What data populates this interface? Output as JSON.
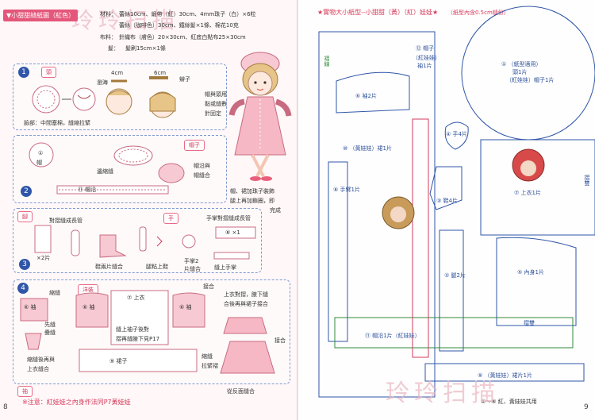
{
  "left": {
    "header": "▼小甜甜縫紙圖（紅色）",
    "materials": {
      "label1": "材料：",
      "line1": "蕾絲10cm、緞帶（紅）30cm、4mm珠子（白）×6粒",
      "line2": "蕾絲（咖啡色）30cm、鐵絲髮×1條、棉花10克",
      "label2": "布料：",
      "line3": "針織布（膚色）20×30cm、紅底白點布25×30cm",
      "label3": "髮：",
      "line4": "髮刷15cm×1條"
    },
    "step1": {
      "num": "1",
      "tag": "頭",
      "labels": [
        "4cm",
        "6cm",
        "瀏海",
        "辮子",
        "帽與頭用",
        "黏或縫數",
        "針固定",
        "臉部：中間塞棉，縫縮拉緊"
      ]
    },
    "step2": {
      "num": "2",
      "tag": "帽子",
      "labels": [
        "帽",
        "①",
        "邊縮縫",
        "帽沿與",
        "帽縫合",
        "⑪ 帽沿",
        "帽、裙加珠子裝飾",
        "腿上再加鎖圈，即",
        "完成"
      ]
    },
    "step3": {
      "num": "3",
      "tag1": "腳",
      "tag2": "手",
      "labels": [
        "對摺縫成長管",
        "×2片",
        "鞋兩片縫合",
        "腿粘上鞋",
        "手掌對摺縫成長管",
        "⑧ ×1",
        "手掌2",
        "片縫合",
        "縫上手掌"
      ]
    },
    "step4": {
      "num": "4",
      "tag1": "洋裝",
      "labels": [
        "縮縫",
        "⑥ 袖",
        "先縫",
        "疊縫",
        "縮縫後再與",
        "上衣縫合",
        "接合",
        "⑦ 上衣",
        "⑥ 袖",
        "⑥ 袖",
        "縫上袖子後對",
        "摺再縫腋下見P17",
        "⑨ 裙子",
        "上衣對摺，腋下縫",
        "合後再與裙子接合",
        "接合",
        "縮縫",
        "拉緊褶",
        "從反面縫合"
      ]
    },
    "doll_tag": "袖",
    "note": "※注意：紅娃娃之內身作法同P7黃娃娃",
    "page_number": "8",
    "watermark": "玲玲扫描"
  },
  "right": {
    "title": "★實物大小紙型--小甜甜（黃）（紅）娃娃★",
    "subtitle": "（紙型內含0.5cm縫份）",
    "pieces": [
      "⑫ 帽子",
      "（紅娃娃）",
      "袖1片",
      "① （紙型適用）",
      "頭1片",
      "（紅娃娃）帽子1片",
      "⑥ 袖2片",
      "④ 手4片",
      "⑩ （黃娃娃）裙1片",
      "⑧ 手臂1片",
      "③ 鞋4片",
      "⑦ 上衣1片",
      "② 腿2片",
      "⑤ 內身1片",
      "⑪ 帽沿1片（紅娃娃）",
      "⑨ （黃娃娃）裙片1片",
      "①～⑧ 紅、黃娃娃共用",
      "褶線",
      "摺雙",
      "摺雙"
    ],
    "page_number": "9",
    "watermark": "玲玲扫描"
  }
}
